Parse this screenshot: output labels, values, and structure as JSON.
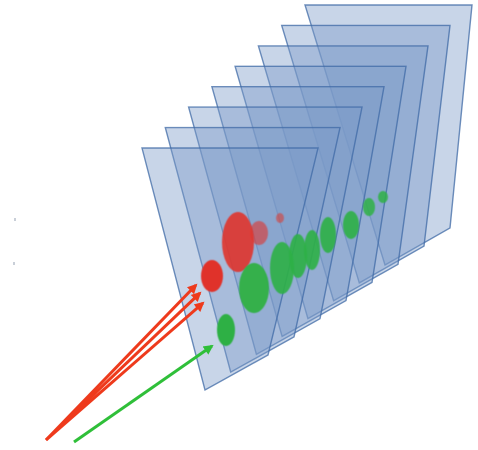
{
  "colors": {
    "background": "#ffffff",
    "frame_fill": "#7d9cc8",
    "frame_stroke": "#3f6aa6",
    "red_blob": "#e0332b",
    "green_blob": "#2fb045",
    "red_arrow": "#ee3a1c",
    "green_arrow": "#2fbf39"
  },
  "frame_count": 8,
  "red_arrow_count": 3,
  "green_arrow_count": 1
}
